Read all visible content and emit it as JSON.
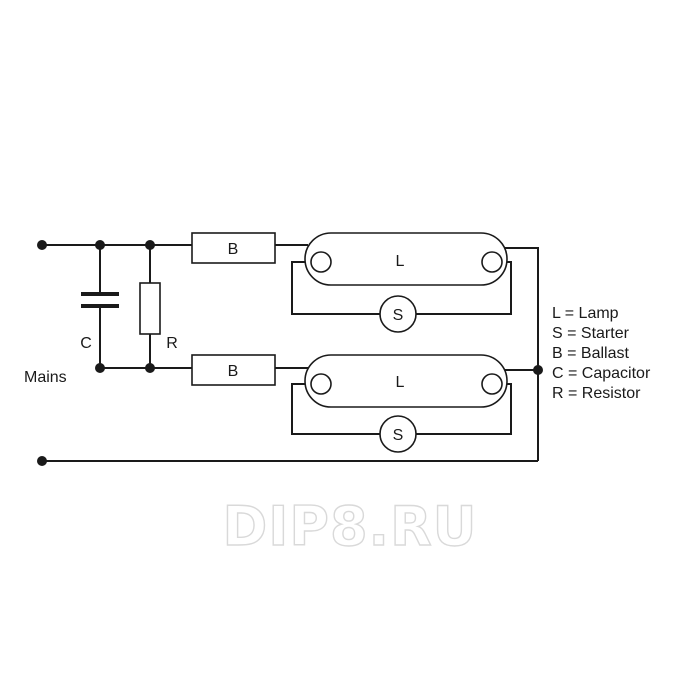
{
  "labels": {
    "ballast_top": "B",
    "ballast_bottom": "B",
    "lamp_top": "L",
    "lamp_bottom": "L",
    "starter_top": "S",
    "starter_bottom": "S",
    "capacitor": "C",
    "resistor": "R",
    "mains": "Mains"
  },
  "legend": [
    "L = Lamp",
    "S = Starter",
    "B = Ballast",
    "C = Capacitor",
    "R = Resistor"
  ],
  "watermark": "DIP8.RU",
  "colors": {
    "line": "#1a1a1a",
    "watermark": "#d9d9d9"
  }
}
